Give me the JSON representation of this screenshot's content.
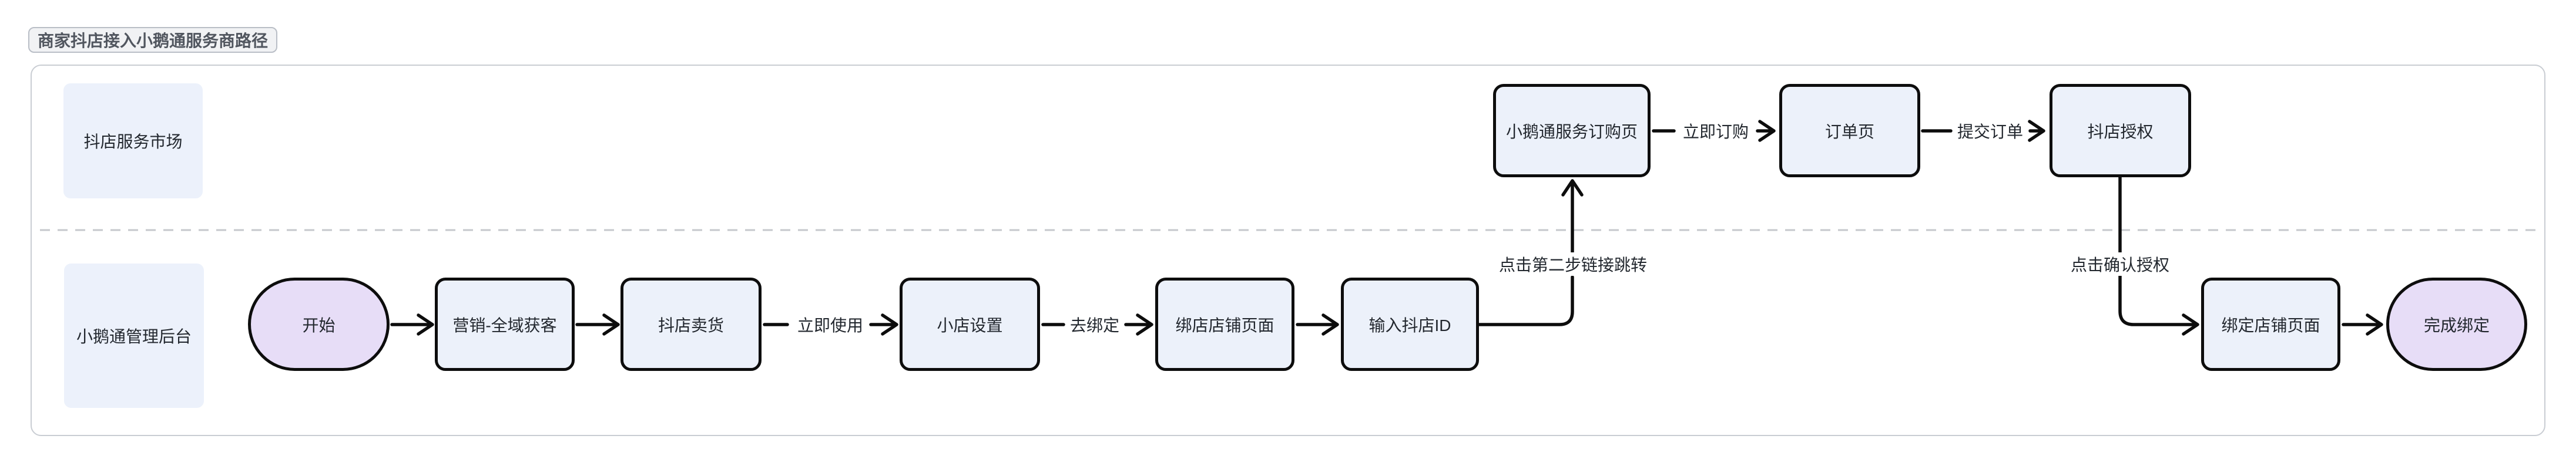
{
  "title": "商家抖店接入小鹅通服务商路径",
  "lanes": {
    "market": {
      "label": "抖店服务市场"
    },
    "admin": {
      "label": "小鹅通管理后台"
    }
  },
  "nodes": {
    "start": {
      "label": "开始",
      "shape": "terminal"
    },
    "marketing": {
      "label": "营销-全域获客",
      "shape": "process"
    },
    "douyin_sell": {
      "label": "抖店卖货",
      "shape": "process"
    },
    "shop_setting": {
      "label": "小店设置",
      "shape": "process"
    },
    "bind_shop_page": {
      "label": "绑店店铺页面",
      "shape": "process"
    },
    "input_douyin_id": {
      "label": "输入抖店ID",
      "shape": "process"
    },
    "service_order_page": {
      "label": "小鹅通服务订购页",
      "shape": "process"
    },
    "order_page": {
      "label": "订单页",
      "shape": "process"
    },
    "douyin_auth": {
      "label": "抖店授权",
      "shape": "process"
    },
    "bind_store_page": {
      "label": "绑定店铺页面",
      "shape": "process"
    },
    "finish": {
      "label": "完成绑定",
      "shape": "terminal"
    }
  },
  "edge_labels": {
    "use_now": "立即使用",
    "go_bind": "去绑定",
    "click_step2_link": "点击第二步链接跳转",
    "order_now": "立即订购",
    "submit_order": "提交订单",
    "click_confirm_auth": "点击确认授权"
  },
  "colors": {
    "process_fill": "#ecf1fa",
    "terminal_fill": "#e7ddf7",
    "lane_fill": "#ecf1fb",
    "shape_border": "#0d0d0d",
    "edge_stroke": "#0d0d0d",
    "lane_divider": "#c6c8cc",
    "container_border": "#c9cdd3",
    "title_text": "#51565f",
    "title_bg": "#f1f2f4"
  }
}
